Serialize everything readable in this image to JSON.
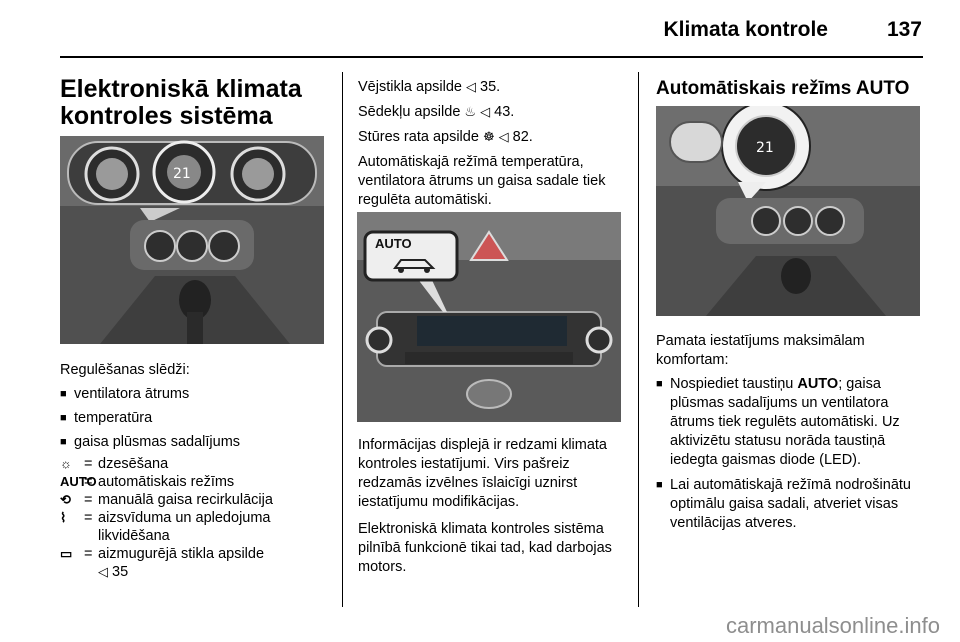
{
  "header": {
    "title": "Klimata kontrole",
    "page": "137"
  },
  "col1": {
    "heading": "Elektroniskā klimata kontroles sistēma",
    "intro": "Regulēšanas slēdži:",
    "bullets": [
      "ventilatora ātrums",
      "temperatūra",
      "gaisa plūsmas sadalījums"
    ],
    "legend": [
      {
        "symbol": "☼",
        "def": "dzesēšana"
      },
      {
        "symbol": "AUTO",
        "def": "automātiskais režīms"
      },
      {
        "symbol": "⟲",
        "def": "manuālā gaisa recirkulācija"
      },
      {
        "symbol": "⌇",
        "def": "aizsvīduma un apledojuma likvidēšana"
      },
      {
        "symbol": "▭",
        "def": "aizmugurējā stikla apsilde",
        "ref": "35"
      }
    ]
  },
  "col2": {
    "line1": {
      "text": "Vējstikla apsilde",
      "ref": "35."
    },
    "line2": {
      "text": "Sēdekļu apsilde",
      "ref": "43."
    },
    "line3": {
      "text": "Stūres rata apsilde",
      "ref": "82."
    },
    "para1": "Automātiskajā režīmā temperatūra, ventilatora ātrums un gaisa sadale tiek regulēta automātiski.",
    "image_label": "AUTO",
    "para2": "Informācijas displejā ir redzami klimata kontroles iestatījumi. Virs pašreiz redzamās izvēlnes īslaicīgi uznirst iestatījumu modifikācijas.",
    "para3": "Elektroniskā klimata kontroles sistēma pilnībā funkcionē tikai tad, kad darbojas motors."
  },
  "col3": {
    "heading": "Automātiskais režīms AUTO",
    "intro": "Pamata iestatījums maksimālam komfortam:",
    "bullet1_pre": "Nospiediet taustiņu ",
    "bullet1_bold": "AUTO",
    "bullet1_post": "; gaisa plūsmas sadalījums un ventilatora ātrums tiek regulēts automātiski. Uz aktivizētu statusu norāda taustiņā iedegta gaismas diode (LED).",
    "bullet2": "Lai automātiskajā režīmā nodrošinātu optimālu gaisa sadali, atveriet visas ventilācijas atveres."
  },
  "arrow_glyph": "◁",
  "watermark": "carmanualsonline.info"
}
